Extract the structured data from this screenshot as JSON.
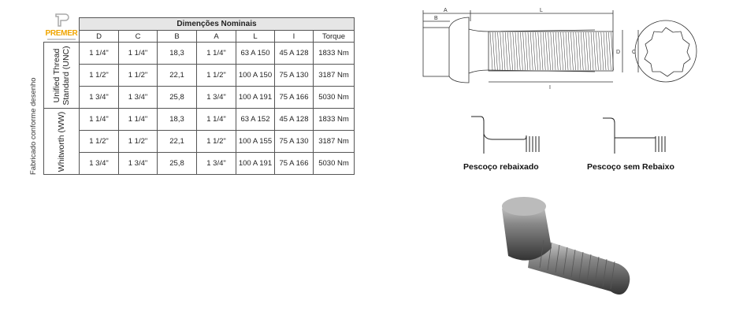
{
  "logo": {
    "name": "PREMER"
  },
  "side_label": "Fabricado conforme desenho",
  "table": {
    "title": "Dimenções Nominais",
    "columns": [
      "D",
      "C",
      "B",
      "A",
      "L",
      "I",
      "Torque"
    ],
    "groups": [
      {
        "label": "Unified Thread Standard (UNC)",
        "rows": [
          [
            "1 1/4\"",
            "1 1/4\"",
            "18,3",
            "1 1/4\"",
            "63 A 150",
            "45 A 128",
            "1833 Nm"
          ],
          [
            "1 1/2\"",
            "1 1/2\"",
            "22,1",
            "1 1/2\"",
            "100 A 150",
            "75 A 130",
            "3187 Nm"
          ],
          [
            "1 3/4\"",
            "1 3/4\"",
            "25,8",
            "1 3/4\"",
            "100 A 191",
            "75 A 166",
            "5030 Nm"
          ]
        ]
      },
      {
        "label": "Whitworth (WW)",
        "rows": [
          [
            "1 1/4\"",
            "1 1/4\"",
            "18,3",
            "1 1/4\"",
            "63 A 152",
            "45 A 128",
            "1833 Nm"
          ],
          [
            "1 1/2\"",
            "1 1/2\"",
            "22,1",
            "1 1/2\"",
            "100 A 155",
            "75 A 130",
            "3187 Nm"
          ],
          [
            "1 3/4\"",
            "1 3/4\"",
            "25,8",
            "1 3/4\"",
            "100 A 191",
            "75 A 166",
            "5030 Nm"
          ]
        ]
      }
    ]
  },
  "drawing": {
    "dims": {
      "A": "A",
      "B": "B",
      "L": "L",
      "I": "I",
      "D": "D",
      "C": "C"
    }
  },
  "captions": {
    "neck_reduced": "Pescoço rebaixado",
    "neck_plain": "Pescoço sem Rebaixo"
  }
}
